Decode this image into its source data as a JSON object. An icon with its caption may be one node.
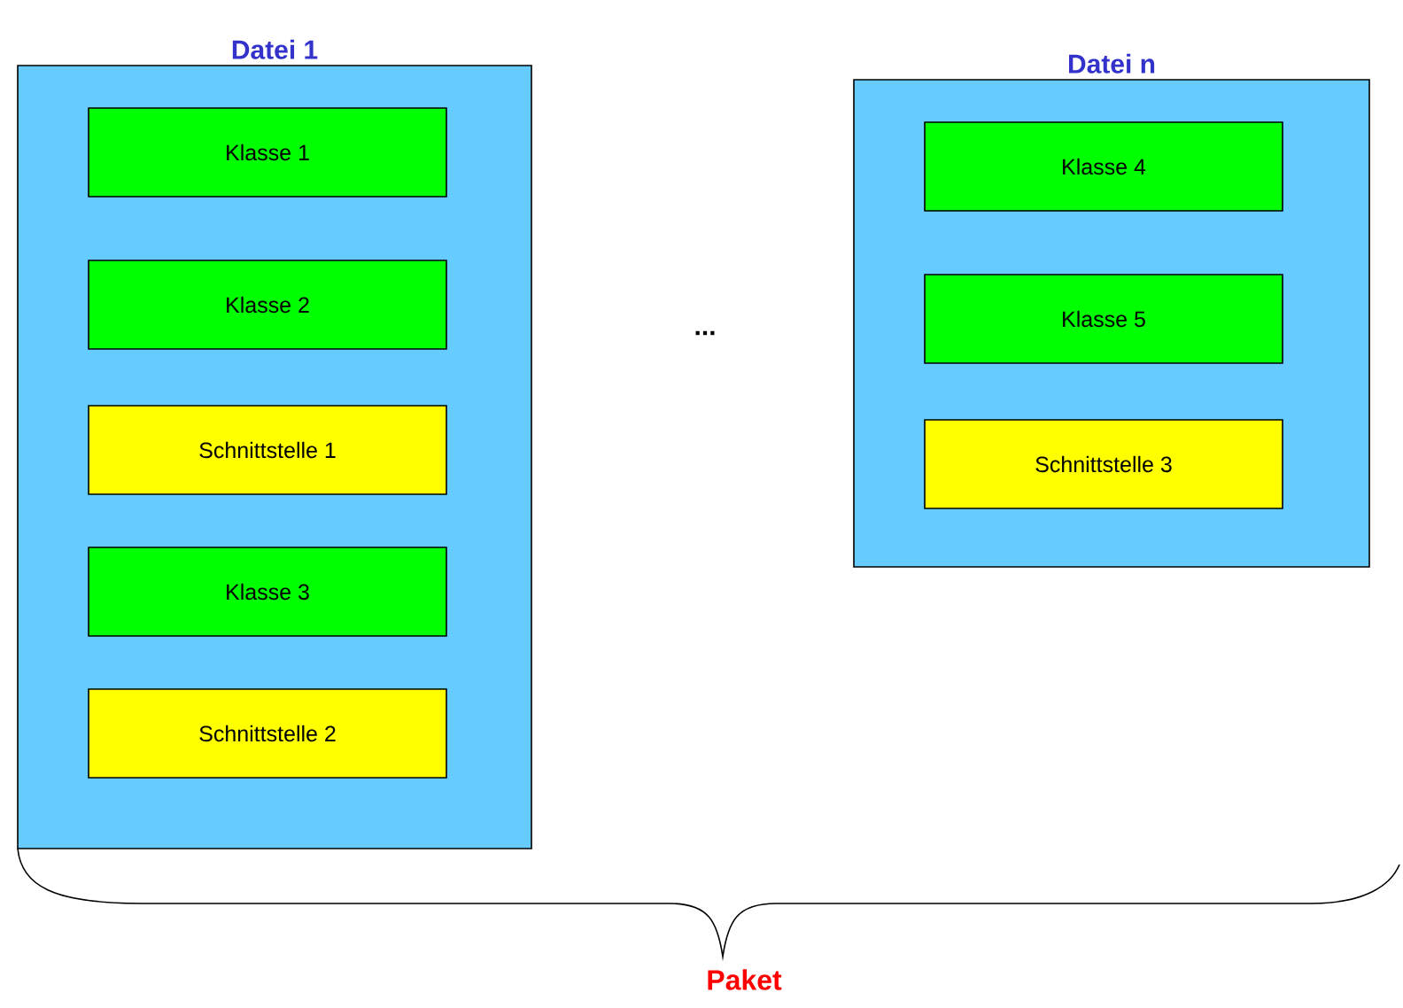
{
  "diagram": {
    "nodes": [
      {
        "text": [
          "Datei 1"
        ]
      },
      {
        "text": [
          "Klasse 1"
        ],
        "in": 0
      },
      {
        "text": [
          "Klasse 2"
        ],
        "in": 0
      },
      {
        "text": [
          "Schnittstelle 1"
        ],
        "in": 0
      },
      {
        "text": [
          "Klasse 3"
        ],
        "in": 0
      },
      {
        "text": [
          "Schnittstelle 2"
        ],
        "in": 0
      },
      {
        "text": [
          "Datei n"
        ]
      },
      {
        "text": [
          "Klasse 4"
        ],
        "in": 6
      },
      {
        "text": [
          "Klasse 5"
        ],
        "in": 6
      },
      {
        "text": [
          "Schnittstelle 3"
        ],
        "in": 6
      }
    ],
    "labels": [
      "...",
      "Paket"
    ]
  }
}
